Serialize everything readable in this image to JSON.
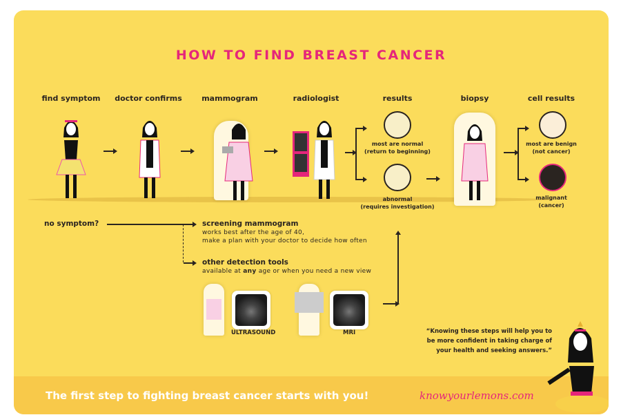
{
  "title": "HOW TO FIND BREAST CANCER",
  "steps": [
    "find symptom",
    "doctor confirms",
    "mammogram",
    "radiologist",
    "results",
    "biopsy",
    "cell results"
  ],
  "results": {
    "normal": "most are normal",
    "normal_note": "(return to beginning)",
    "abnormal": "abnormal",
    "abnormal_note": "(requires investigation)"
  },
  "cell_results": {
    "benign": "most are benign",
    "benign_note": "(not cancer)",
    "malignant": "malignant",
    "malignant_note": "(cancer)"
  },
  "no_symptom": "no symptom?",
  "screening": {
    "title": "screening mammogram",
    "line1": "works best after the age of 40,",
    "line2": "make a plan with your doctor to decide how often"
  },
  "other_tools": {
    "title": "other detection tools",
    "pre": "available at ",
    "bold": "any",
    "post": " age or when you need a new view"
  },
  "tools": [
    "ULTRASOUND",
    "MRI"
  ],
  "quote": {
    "line1": "“Knowing these steps will help you to",
    "line2": "be more confident in taking charge of",
    "line3": "your health and seeking answers.”"
  },
  "footer": {
    "tagline": "The first step to fighting breast cancer starts with you!",
    "url": "knowyourlemons.com"
  },
  "colors": {
    "background": "#fbdc5b",
    "footer": "#f8c94a",
    "accent": "#e5267a",
    "text": "#2a2420"
  }
}
